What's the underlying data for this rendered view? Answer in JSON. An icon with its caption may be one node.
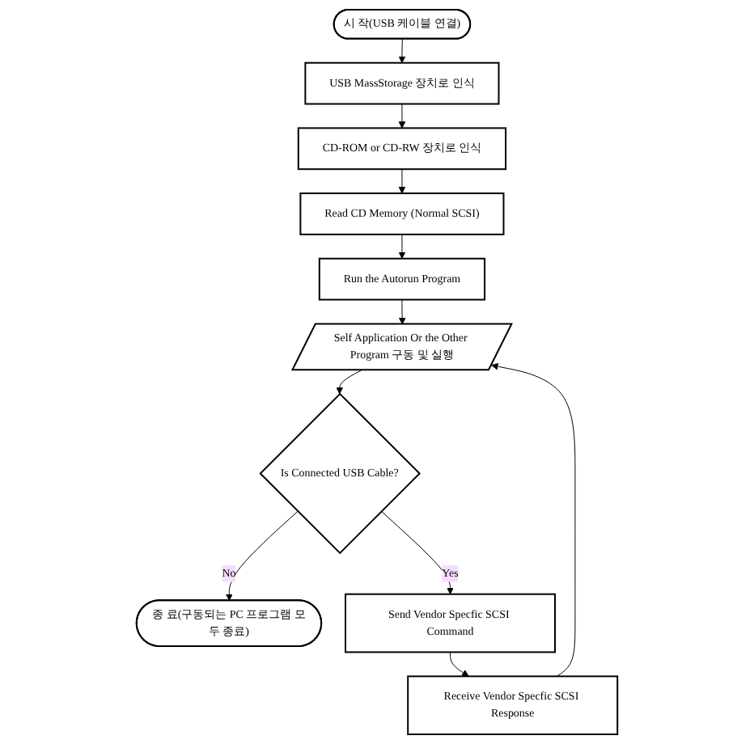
{
  "diagram": {
    "nodes": [
      {
        "text": [
          "시 작(USB 케이블 연결)"
        ]
      },
      {
        "text": [
          "종 료(구동되는 PC 프로그램 모두 종료)"
        ]
      },
      {
        "text": [
          "USB MassStorage 장치로 인식"
        ]
      },
      {
        "text": [
          "CD-ROM or CD-RW 장치로 인식"
        ]
      },
      {
        "text": [
          "Read CD Memory (Normal SCSI)"
        ]
      },
      {
        "text": [
          "Run the Autorun Program"
        ]
      },
      {
        "text": [
          "Self Application Or the Other Program 구동 및 실행"
        ]
      },
      {
        "text": [
          "Is Connected USB Cable?"
        ]
      },
      {
        "text": [
          "Send Vendor Specfic SCSI Command"
        ]
      },
      {
        "text": [
          "Receive Vendor Specfic SCSI Response"
        ]
      }
    ],
    "edges": [
      {
        "from": 0,
        "to": 2,
        "arrow": "to"
      },
      {
        "from": 2,
        "to": 3,
        "arrow": "to"
      },
      {
        "from": 3,
        "to": 4,
        "arrow": "to"
      },
      {
        "from": 4,
        "to": 5,
        "arrow": "to"
      },
      {
        "from": 5,
        "to": 6,
        "arrow": "to"
      },
      {
        "from": 6,
        "to": 7,
        "arrow": "to"
      },
      {
        "from": 7,
        "to": 1,
        "label": "No",
        "arrow": "to"
      },
      {
        "from": 7,
        "to": 8,
        "label": "Yes",
        "arrow": "to"
      },
      {
        "from": 8,
        "to": 9,
        "arrow": "to"
      },
      {
        "from": 9,
        "to": 6,
        "arrow": "to"
      }
    ]
  }
}
